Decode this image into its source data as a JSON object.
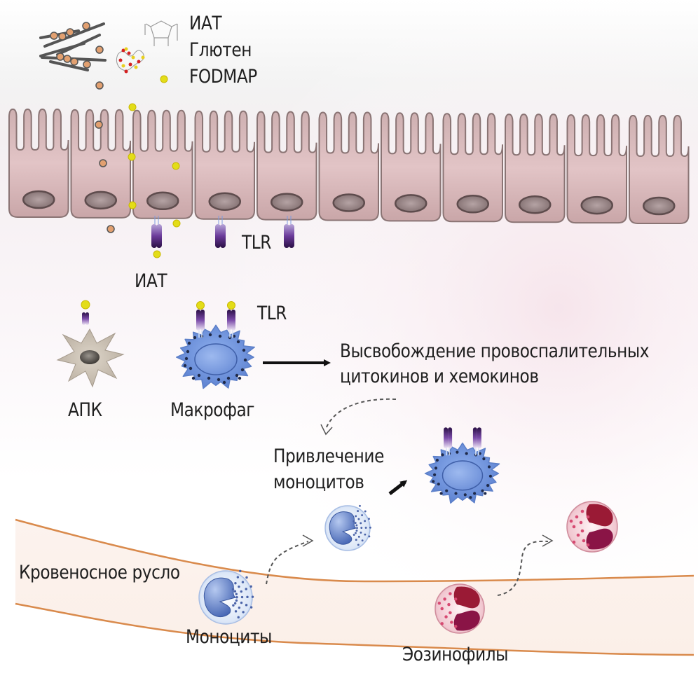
{
  "diagram": {
    "title": "Механизм воспаления: ИАТ, глютен, FODMAP и активация TLR",
    "triggers": {
      "labels": [
        "ИАТ",
        "Глютен",
        "FODMAP"
      ]
    },
    "epithelium": {
      "cell_count": 11,
      "receptor_label": "TLR",
      "receptor_ligand_label": "ИАТ"
    },
    "immune_cells": {
      "apc_label": "АПК",
      "macrophage_label": "Макрофаг",
      "macrophage_receptor_label": "TLR"
    },
    "process": {
      "cytokine_release_line1": "Высвобождение провоспалительных",
      "cytokine_release_line2": "цитокинов и хемокинов",
      "monocyte_recruitment_line1": "Привлечение",
      "monocyte_recruitment_line2": "моноцитов"
    },
    "blood": {
      "vessel_label": "Кровеносное русло",
      "monocytes_label": "Моноциты",
      "eosinophils_label": "Эозинофилы"
    },
    "colors": {
      "epithelial_cell": "#d9b6b7",
      "epithelial_outline": "#8a7474",
      "nucleus": "#8e7b7b",
      "receptor": "#5b2b84",
      "ligand_yellow": "#e3dd18",
      "particle_orange": "#e2a070",
      "macrophage": "#6c8fd6",
      "apc": "#cdc3b6",
      "monocyte": "#5676c2",
      "eosinophil_nucleus": "#8e1436",
      "eosinophil_body": "#f0c4cc",
      "vessel_line": "#d98a4c",
      "vessel_fill": "#fcf2ec"
    }
  }
}
